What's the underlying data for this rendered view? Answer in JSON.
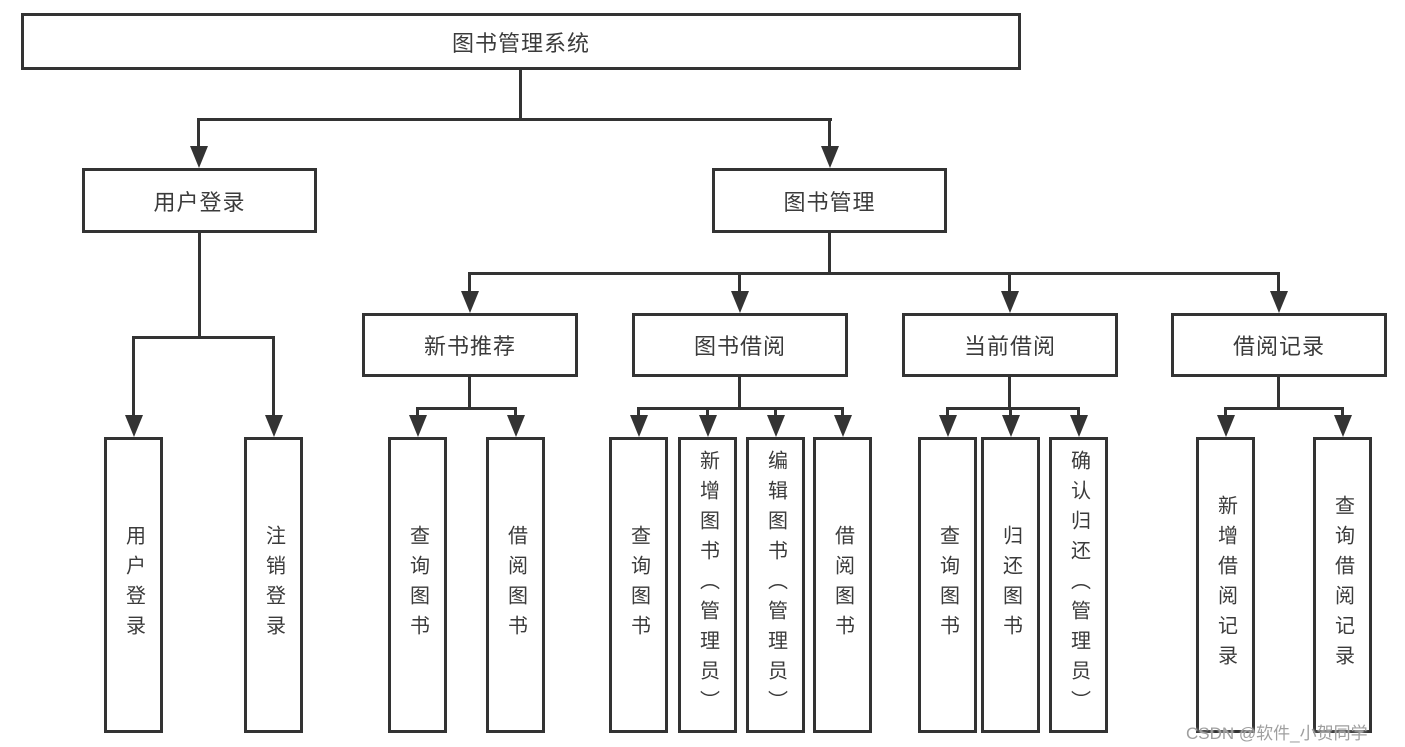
{
  "diagram": {
    "colors": {
      "line": "#333333",
      "text": "#3b3b3b",
      "box_bg": "#ffffff",
      "watermark": "#9f9f9f"
    },
    "root": {
      "label": "图书管理系统"
    },
    "branches": [
      {
        "label": "用户登录",
        "children": [
          {
            "label": "用户登录"
          },
          {
            "label": "注销登录"
          }
        ]
      },
      {
        "label": "图书管理",
        "children": [
          {
            "label": "新书推荐",
            "children": [
              {
                "label": "查询图书"
              },
              {
                "label": "借阅图书"
              }
            ]
          },
          {
            "label": "图书借阅",
            "children": [
              {
                "label": "查询图书"
              },
              {
                "label": "新增图书（管理员）"
              },
              {
                "label": "编辑图书（管理员）"
              },
              {
                "label": "借阅图书"
              }
            ]
          },
          {
            "label": "当前借阅",
            "children": [
              {
                "label": "查询图书"
              },
              {
                "label": "归还图书"
              },
              {
                "label": "确认归还（管理员）"
              }
            ]
          },
          {
            "label": "借阅记录",
            "children": [
              {
                "label": "新增借阅记录"
              },
              {
                "label": "查询借阅记录"
              }
            ]
          }
        ]
      }
    ]
  },
  "watermark": {
    "text": "CSDN @软件_小贺同学"
  }
}
